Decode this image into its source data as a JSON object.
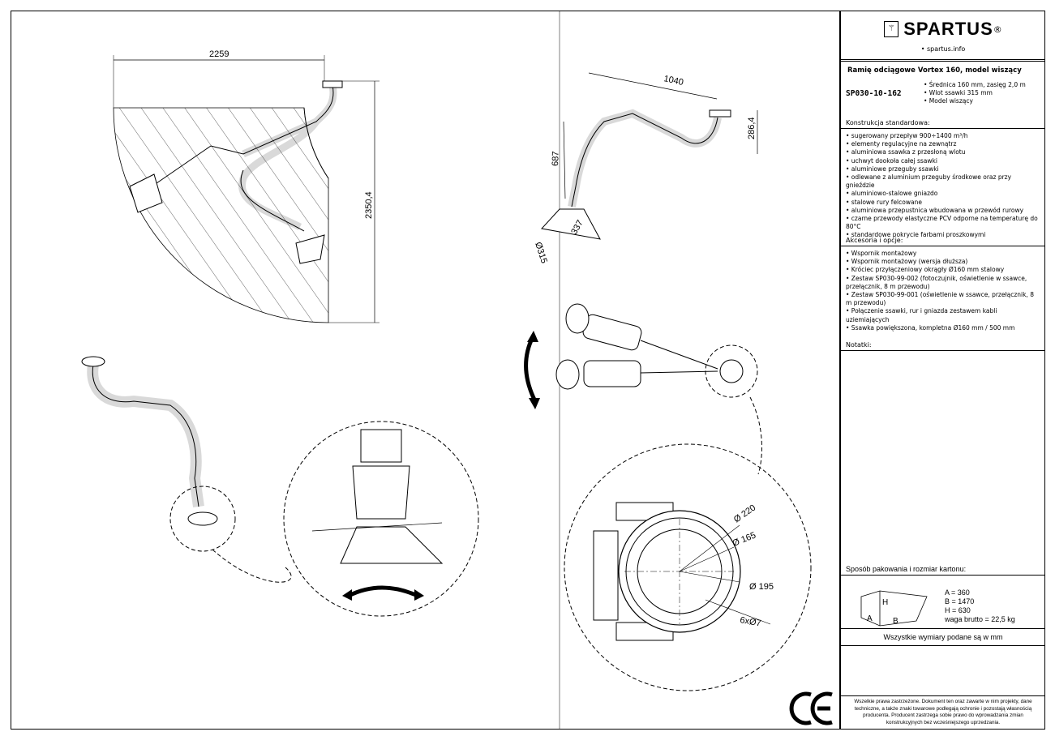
{
  "brand": {
    "name": "SPARTUS",
    "registered": "®",
    "website": "• spartus.info"
  },
  "product": {
    "title": "Ramię odciągowe Vortex 160, model wiszący",
    "code": "SP030-10-162",
    "specs": [
      "• Średnica 160 mm, zasięg 2,0 m",
      "• Wlot ssawki 315 mm",
      "• Model wiszący"
    ]
  },
  "construction": {
    "heading": "Konstrukcja standardowa:",
    "items": [
      "• sugerowany przepływ 900÷1400 m³/h",
      "• elementy regulacyjne na zewnątrz",
      "• aluminiowa ssawka z przesłoną wlotu",
      "• uchwyt dookoła całej ssawki",
      "• aluminiowe przeguby ssawki",
      "• odlewane z aluminium przeguby środkowe oraz przy gnieździe",
      "• aluminiowo-stalowe gniazdo",
      "• stalowe rury felcowane",
      "• aluminiowa przepustnica wbudowana w przewód rurowy",
      "• czarne przewody elastyczne PCV odporne na temperaturę do 80°C",
      "• standardowe pokrycie farbami proszkowymi"
    ]
  },
  "accessories": {
    "heading": "Akcesoria i opcje:",
    "items": [
      "• Wspornik montażowy",
      "• Wspornik montażowy (wersja dłuższa)",
      "• Króciec przyłączeniowy okrągły Ø160 mm stalowy",
      "• Zestaw SP030-99-002 (fotoczujnik, oświetlenie w ssawce, przełącznik, 8 m przewodu)",
      "• Zestaw SP030-99-001 (oświetlenie w ssawce, przełącznik, 8 m przewodu)",
      "• Połączenie ssawki, rur i gniazda zestawem kabli uziemiających",
      "• Ssawka powiększona, kompletna Ø160 mm / 500 mm"
    ]
  },
  "notes": {
    "heading": "Notatki:"
  },
  "packing": {
    "heading": "Sposób pakowania i rozmiar kartonu:",
    "box_labels": {
      "a": "A",
      "b": "B",
      "h": "H"
    },
    "values": [
      "A = 360",
      "B = 1470",
      "H = 630",
      "waga brutto = 22,5 kg"
    ]
  },
  "units_note": "Wszystkie wymiary podane są w mm",
  "copyright": "Wszelkie prawa zastrzeżone. Dokument ten oraz zawarte w nim projekty, dane techniczne, a także znaki towarowe podlegają ochronie i pozostają własnością producenta. Producent zastrzega sobie prawo do wprowadzania zmian konstrukcyjnych bez wcześniejszego uprzedzania.",
  "dimensions": {
    "reach_width": "2259",
    "reach_height": "2350,4",
    "arm_length": "1040",
    "arm_drop": "687",
    "mount_height": "286,4",
    "hood_diameter": "Ø315",
    "hood_depth": "337",
    "d1": "Ø 220",
    "d2": "Ø 165",
    "d3": "Ø 195",
    "holes": "6xØ7"
  },
  "marks": {
    "ce": "CE"
  }
}
